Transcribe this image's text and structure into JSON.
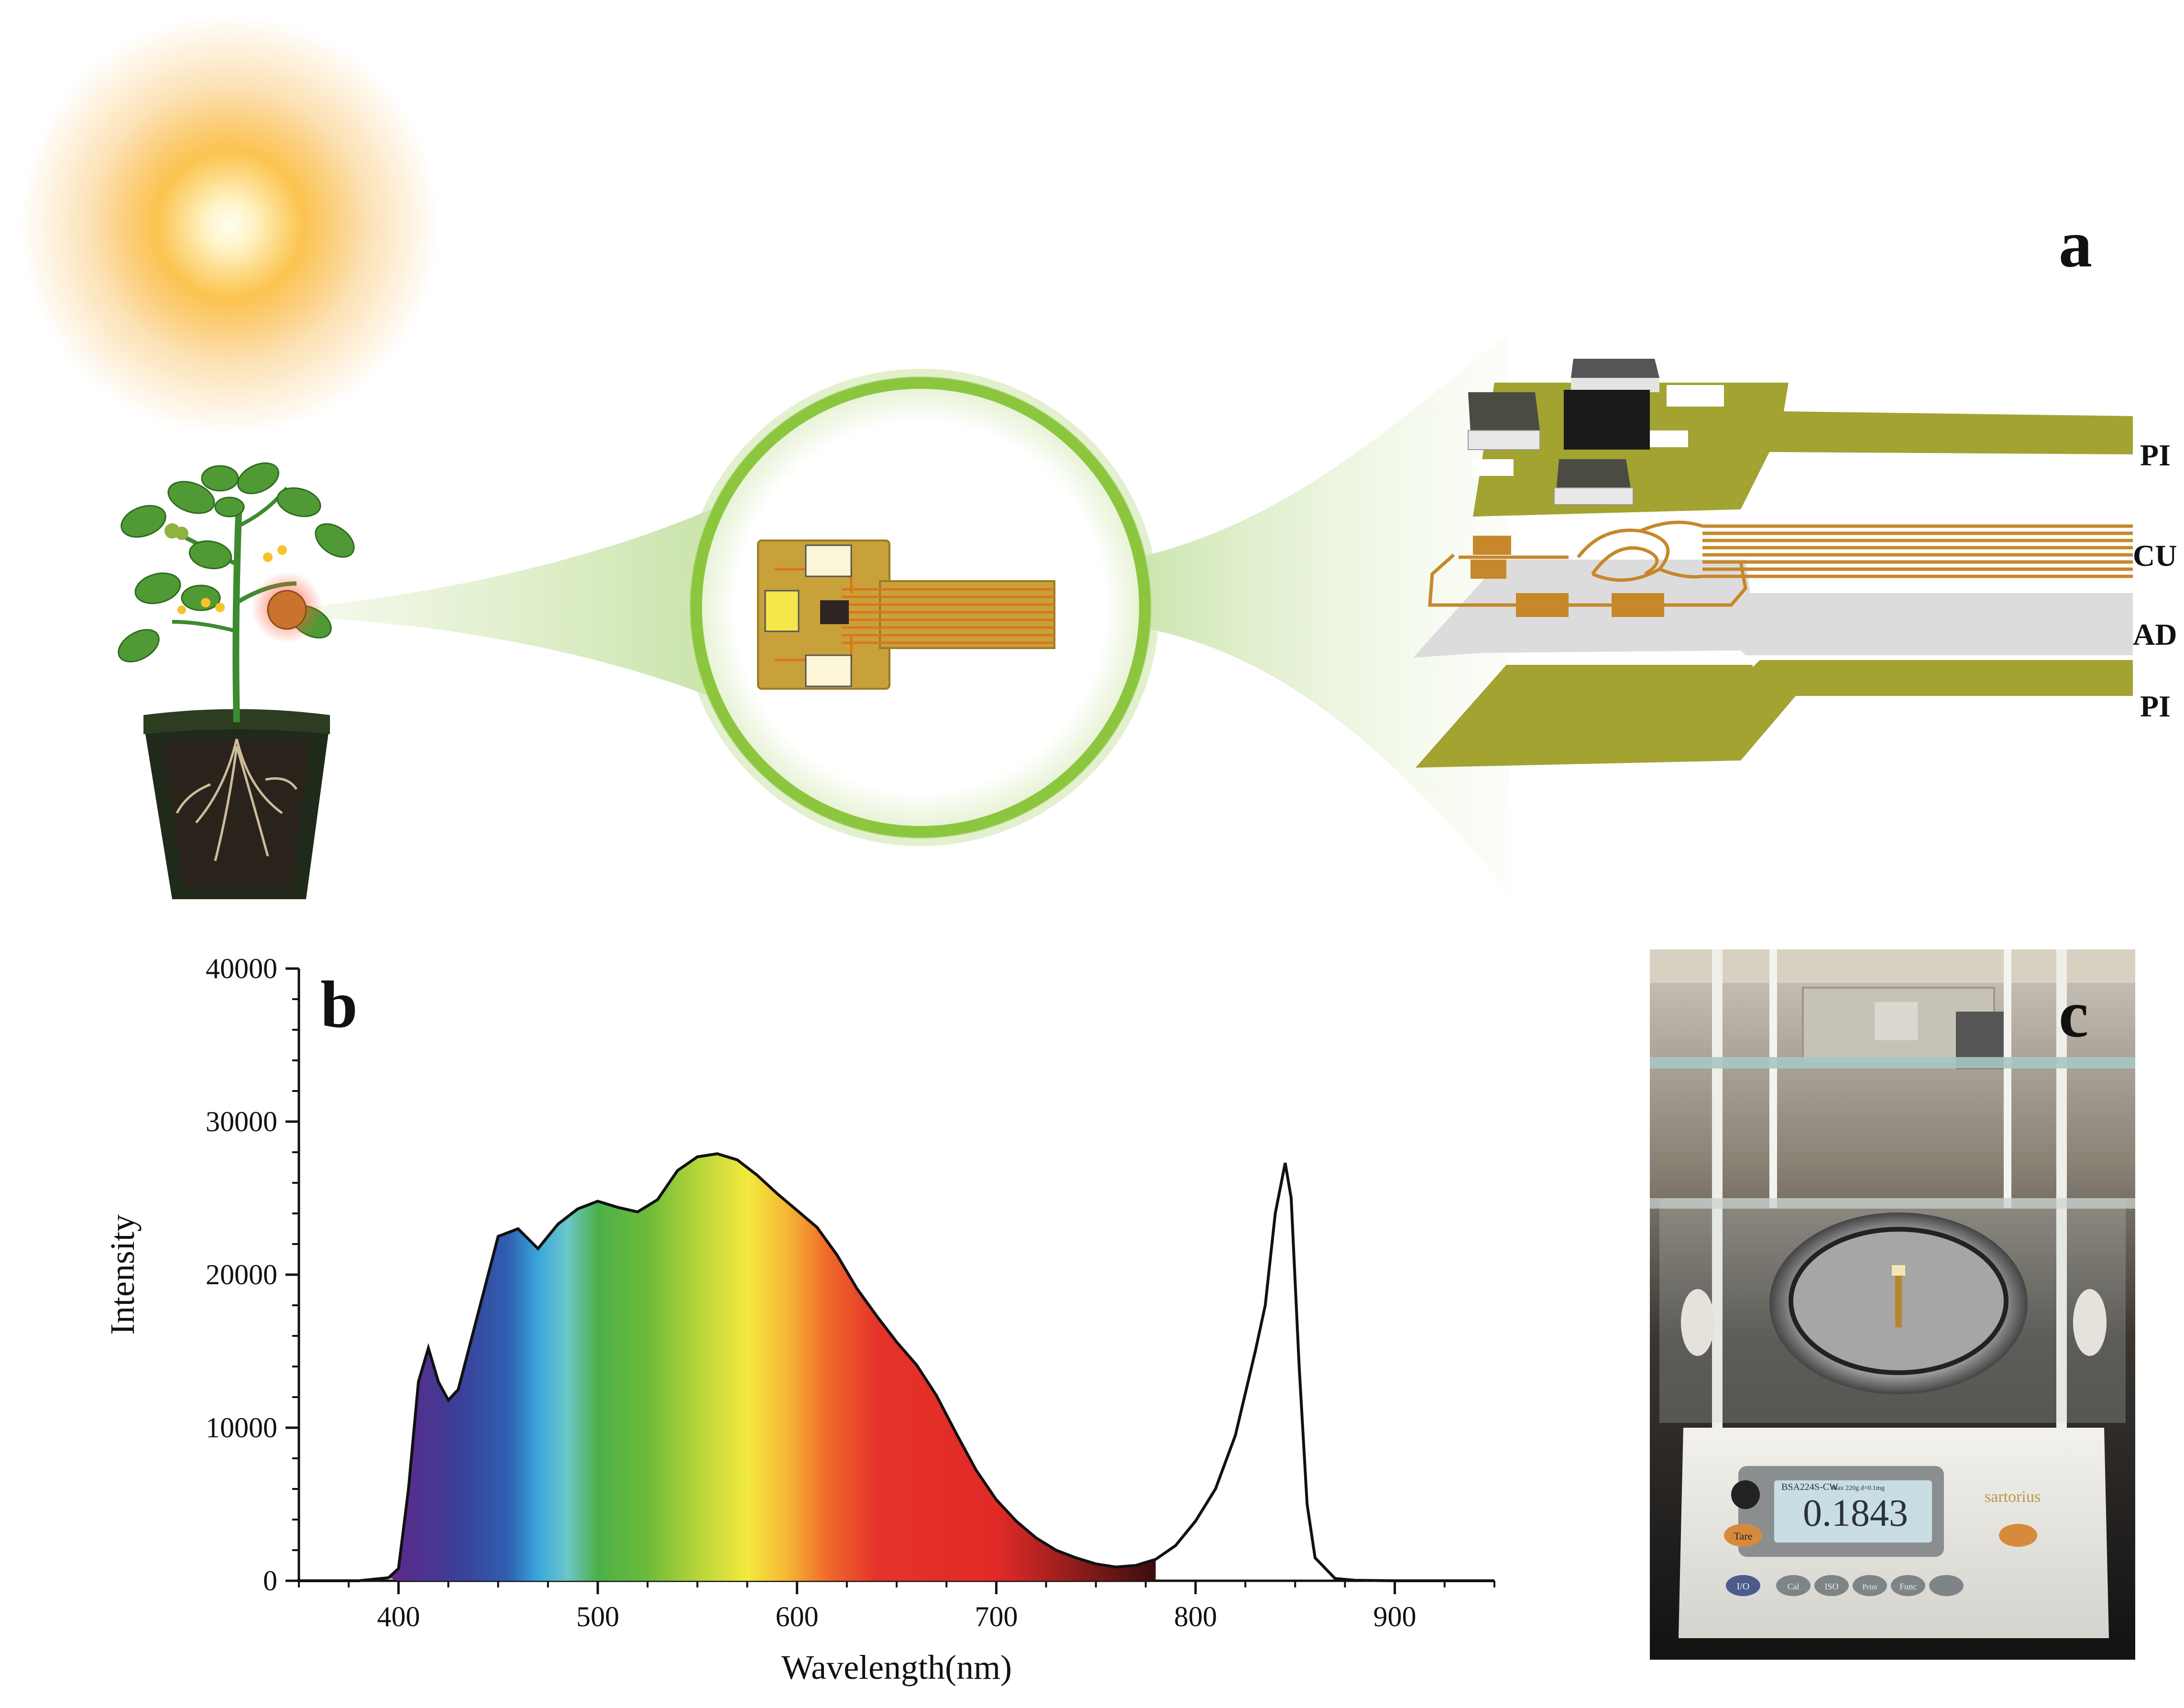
{
  "panel_a": {
    "letter": "a",
    "layers": [
      "PI",
      "CU",
      "AD",
      "PI"
    ]
  },
  "panel_b": {
    "letter": "b"
  },
  "panel_c": {
    "letter": "c",
    "balance_brand": "sartorius",
    "balance_model": "BSA224S-CW",
    "balance_spec": "Max 220g d=0.1mg",
    "display_value": "0.1843",
    "tare_label": "Tare",
    "power_label": "I/O",
    "key_cal": "Cal",
    "key_isocal": "ISO",
    "key_print": "Print",
    "key_func": "Func"
  },
  "colors": {
    "pi_layer": "#a2a331",
    "cu_trace": "#c6882a",
    "ad_layer": "#dcdcdc",
    "glow": "#8cc63f",
    "sun_core": "#fff7d6",
    "sun_halo": "#f7a928"
  },
  "chart_data": {
    "type": "line",
    "title": "",
    "xlabel": "Wavelength(nm)",
    "ylabel": "Intensity",
    "xlim": [
      350,
      950
    ],
    "ylim": [
      0,
      40000
    ],
    "xticks": [
      400,
      500,
      600,
      700,
      800,
      900
    ],
    "yticks": [
      0,
      10000,
      20000,
      30000,
      40000
    ],
    "fill": "visible-spectrum gradient under curve from 400 to 780 nm",
    "series": [
      {
        "name": "",
        "x": [
          350,
          380,
          395,
          400,
          405,
          410,
          415,
          420,
          425,
          430,
          440,
          450,
          460,
          470,
          480,
          490,
          500,
          510,
          520,
          530,
          540,
          550,
          560,
          570,
          580,
          590,
          600,
          610,
          620,
          630,
          640,
          650,
          660,
          670,
          680,
          690,
          700,
          710,
          720,
          730,
          740,
          750,
          760,
          770,
          780,
          790,
          800,
          810,
          820,
          830,
          835,
          840,
          845,
          848,
          852,
          856,
          860,
          870,
          880,
          900,
          950
        ],
        "y": [
          0,
          0,
          200,
          800,
          6000,
          13000,
          15200,
          13000,
          11800,
          12500,
          17500,
          22500,
          23000,
          21700,
          23300,
          24300,
          24800,
          24400,
          24100,
          24900,
          26800,
          27700,
          27900,
          27500,
          26500,
          25300,
          24200,
          23100,
          21300,
          19100,
          17300,
          15600,
          14100,
          12100,
          9600,
          7200,
          5300,
          3900,
          2800,
          2000,
          1500,
          1100,
          900,
          1000,
          1400,
          2300,
          3900,
          6000,
          9500,
          15000,
          18000,
          24000,
          27300,
          25000,
          14000,
          5000,
          1500,
          150,
          30,
          0,
          0
        ]
      }
    ]
  }
}
